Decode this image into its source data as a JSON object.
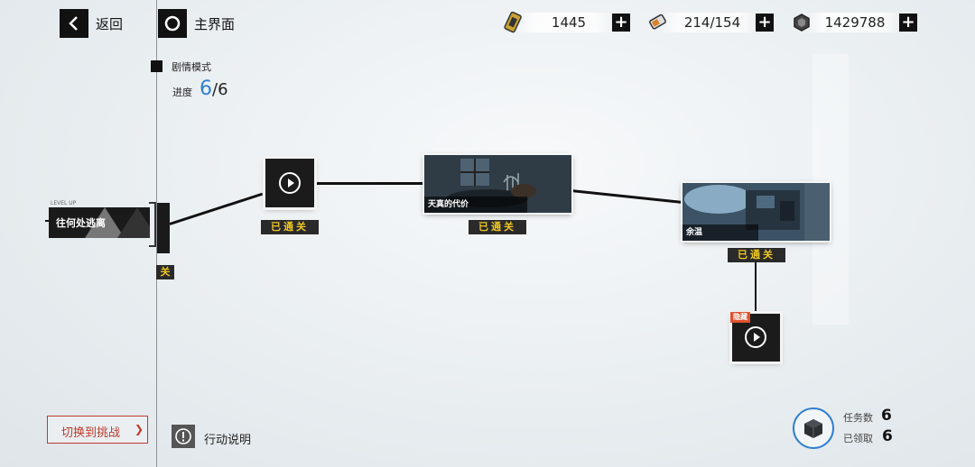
{
  "topbar": {
    "back_label": "返回",
    "home_label": "主界面",
    "resources": [
      {
        "icon": "ticket-icon",
        "value": "1445"
      },
      {
        "icon": "battery-icon",
        "value": "214/154"
      },
      {
        "icon": "coin-icon",
        "value": "1429788"
      }
    ],
    "plus": "+"
  },
  "mode": {
    "title": "剧情模式",
    "progress_label": "进度",
    "progress_current": "6",
    "progress_total": "/6"
  },
  "stages": [
    {
      "title": "往何处逃离",
      "tag": "LEVEL UP",
      "status_fragment": "关"
    },
    {
      "status": "已通关"
    },
    {
      "title": "天真的代价",
      "status": "已通关"
    },
    {
      "title": "余温",
      "status": "已通关"
    },
    {
      "badge": "隐藏"
    }
  ],
  "footer": {
    "switch_label": "切换到挑战",
    "switch_arrow": "❯",
    "help_label": "行动说明",
    "tasks_label": "任务数",
    "tasks_value": "6",
    "claimed_label": "已领取",
    "claimed_value": "6"
  },
  "colors": {
    "accent_blue": "#2f7fd0",
    "status_yellow": "#f0c81e",
    "switch_red": "#c0392b",
    "hidden_badge": "#e0522e"
  }
}
